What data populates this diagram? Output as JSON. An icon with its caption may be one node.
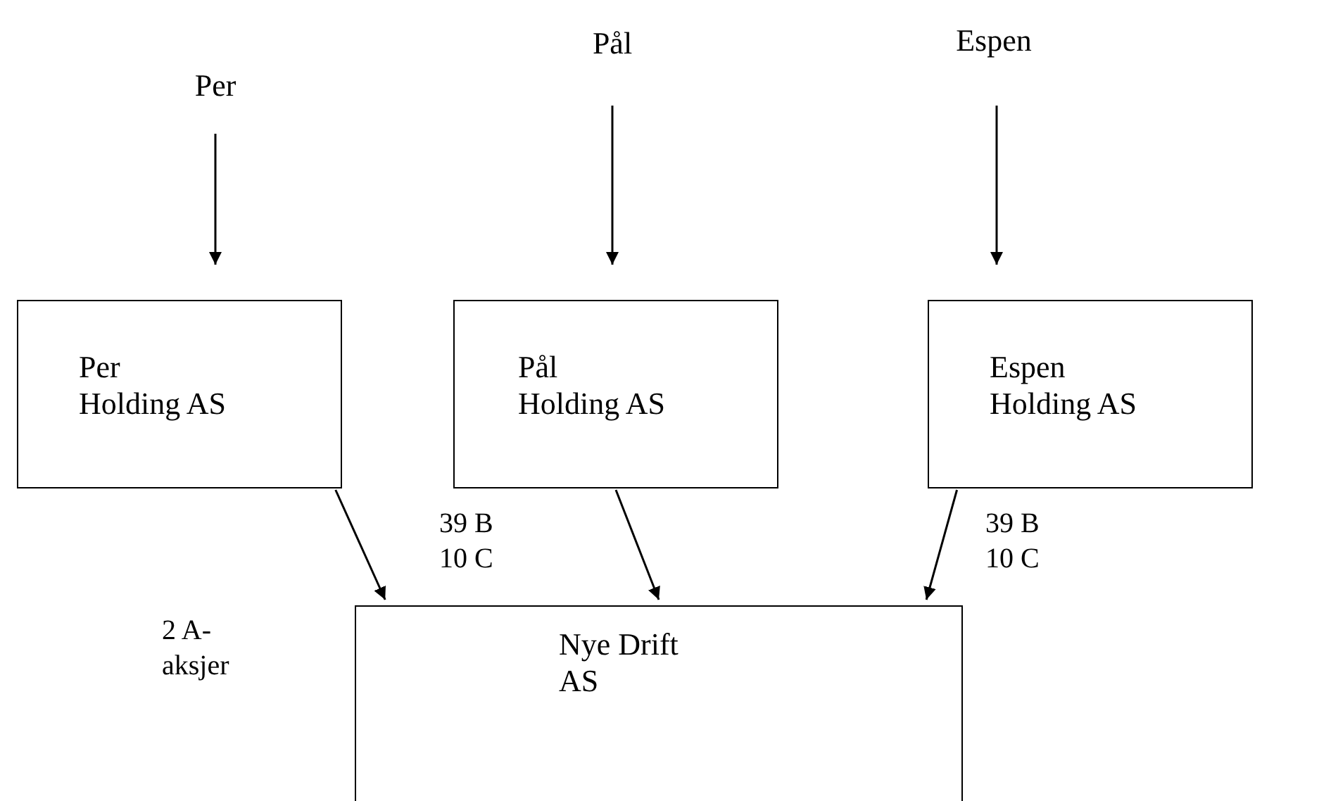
{
  "diagram": {
    "nodes": [
      {
        "text": [
          "Per"
        ]
      },
      {
        "text": [
          "Pål"
        ]
      },
      {
        "text": [
          "Espen"
        ]
      },
      {
        "text": [
          "Per Holding AS"
        ]
      },
      {
        "text": [
          "Pål Holding AS"
        ]
      },
      {
        "text": [
          "Espen Holding AS"
        ]
      },
      {
        "text": [
          "Nye Drift AS"
        ]
      }
    ],
    "edges": [
      {
        "from": 0,
        "to": 3,
        "arrow": "to"
      },
      {
        "from": 1,
        "to": 4,
        "arrow": "to"
      },
      {
        "from": 2,
        "to": 5,
        "arrow": "to"
      },
      {
        "from": 3,
        "to": 6,
        "arrow": "to"
      },
      {
        "from": 4,
        "to": 6,
        "arrow": "to"
      },
      {
        "from": 5,
        "to": 6,
        "arrow": "to"
      }
    ],
    "labels": [
      "2 A-aksjer",
      "39 B 10 C",
      "39 B 10 C"
    ]
  }
}
